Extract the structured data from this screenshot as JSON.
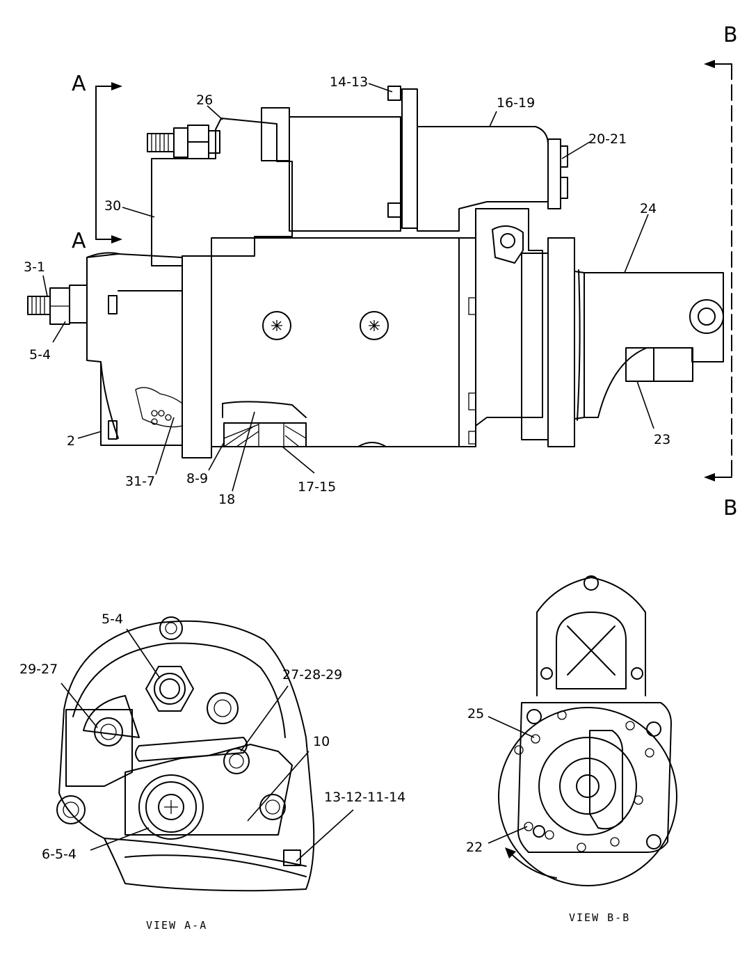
{
  "section_markers": {
    "a_top": "A",
    "a_bottom": "A",
    "b_top": "B",
    "b_bottom": "B"
  },
  "callouts": {
    "c_14_13": "14-13",
    "c_26": "26",
    "c_16_19": "16-19",
    "c_20_21": "20-21",
    "c_30": "30",
    "c_24": "24",
    "c_3_1": "3-1",
    "c_5_4_main": "5-4",
    "c_2": "2",
    "c_31_7": "31-7",
    "c_8_9": "8-9",
    "c_18": "18",
    "c_17_15": "17-15",
    "c_23": "23",
    "c_5_4_view": "5-4",
    "c_29_27": "29-27",
    "c_27_28_29": "27-28-29",
    "c_10": "10",
    "c_13_12_11_14": "13-12-11-14",
    "c_6_5_4": "6-5-4",
    "c_25": "25",
    "c_22": "22"
  },
  "captions": {
    "view_a": "VIEW A-A",
    "view_b": "VIEW B-B"
  }
}
